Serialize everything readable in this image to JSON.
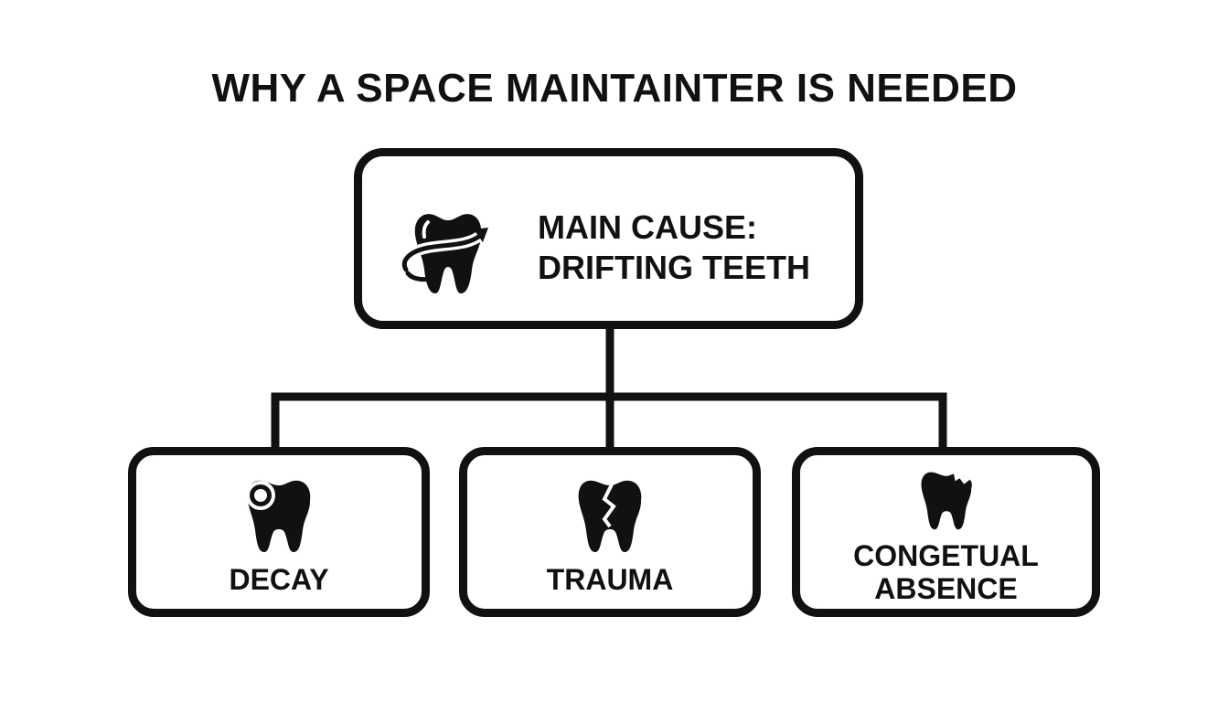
{
  "title": "WHY A SPACE MAINTAINTER IS NEEDED",
  "main": {
    "line1": "MAIN CAUSE:",
    "line2": "DRIFTING TEETH",
    "icon": "tooth-drift-arrow-icon"
  },
  "causes": [
    {
      "label": "DECAY",
      "icon": "decayed-tooth-icon"
    },
    {
      "label": "TRAUMA",
      "icon": "cracked-tooth-icon"
    },
    {
      "label_line1": "CONGETUAL",
      "label_line2": "ABSENCE",
      "icon": "chipped-tooth-icon"
    }
  ],
  "colors": {
    "stroke": "#111111",
    "background": "#ffffff"
  }
}
